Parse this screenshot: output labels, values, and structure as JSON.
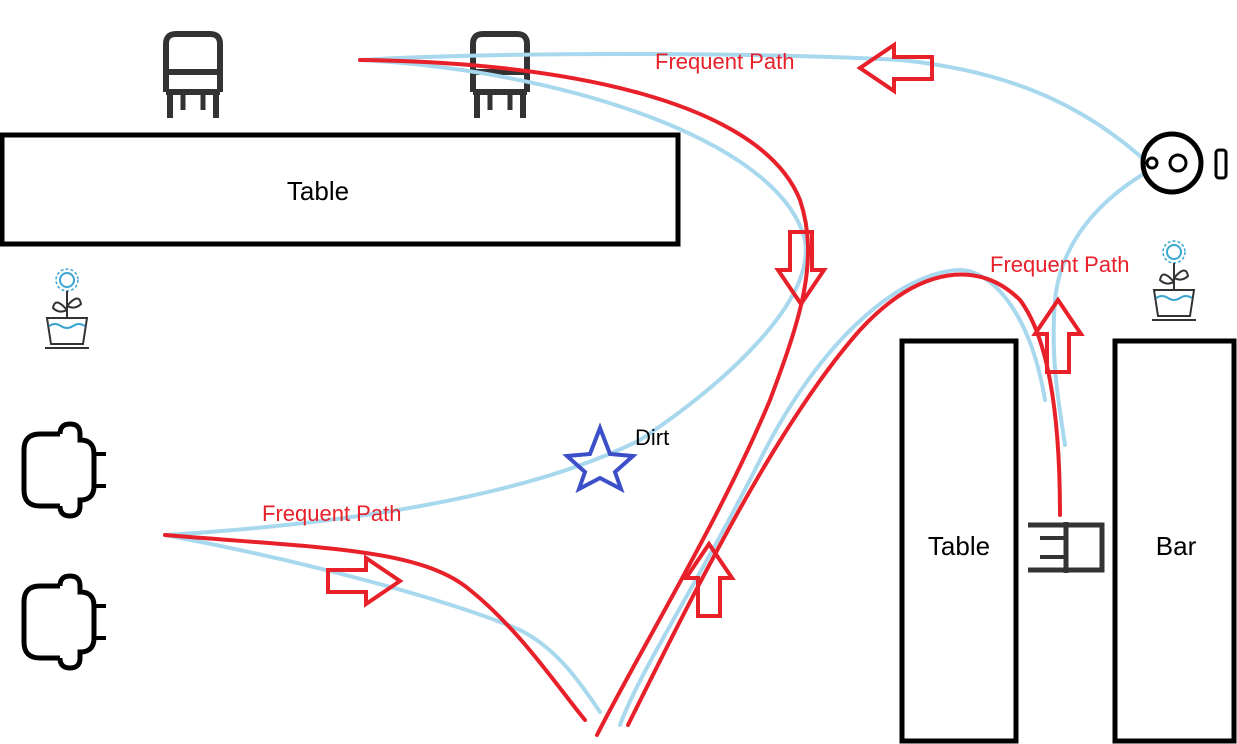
{
  "furniture": {
    "top_table_label": "Table",
    "right_table_label": "Table",
    "bar_label": "Bar"
  },
  "annotations": {
    "path_top": "Frequent Path",
    "path_right": "Frequent Path",
    "path_left": "Frequent Path",
    "dirt": "Dirt"
  },
  "colors": {
    "outline": "#000000",
    "frequent_path_red": "#e8202a",
    "robot_path_blue": "#a8d8ee",
    "dirt_star": "#3a4fc8",
    "plant": "#3aa6d0"
  },
  "icons": [
    "chair-icon",
    "armchair-icon",
    "plant-icon",
    "robot-vacuum-icon",
    "dirt-star-icon",
    "arrow-icon"
  ]
}
